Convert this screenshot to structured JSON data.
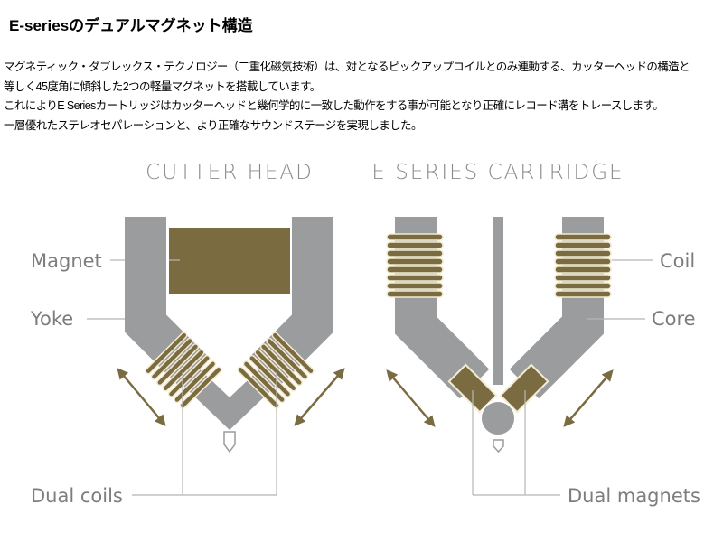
{
  "title": "E-seriesのデュアルマグネット構造",
  "paragraphs": [
    "マグネティック・ダブレックス・テクノロジー（二重化磁気技術）は、対となるピックアップコイルとのみ連動する、カッターヘッドの構造と",
    "等しく45度角に傾斜した2つの軽量マグネットを搭載しています。",
    "これによりE Seriesカートリッジはカッターヘッドと幾何学的に一致した動作をする事が可能となり正確にレコード溝をトレースします。",
    "一層優れたステレオセパレーションと、より正確なサウンドステージを実現しました。"
  ],
  "diagram": {
    "left": {
      "heading": "CUTTER HEAD",
      "labels": {
        "magnet": "Magnet",
        "yoke": "Yoke",
        "coils": "Dual coils"
      }
    },
    "right": {
      "heading": "E SERIES CARTRIDGE",
      "labels": {
        "coil": "Coil",
        "core": "Core",
        "magnets": "Dual magnets"
      }
    },
    "colors": {
      "metal": "#9b9c9e",
      "brass": "#7b6b41",
      "cream": "#f3ebd2",
      "label": "#7d7d7d",
      "leader": "#b5b5b5"
    }
  }
}
